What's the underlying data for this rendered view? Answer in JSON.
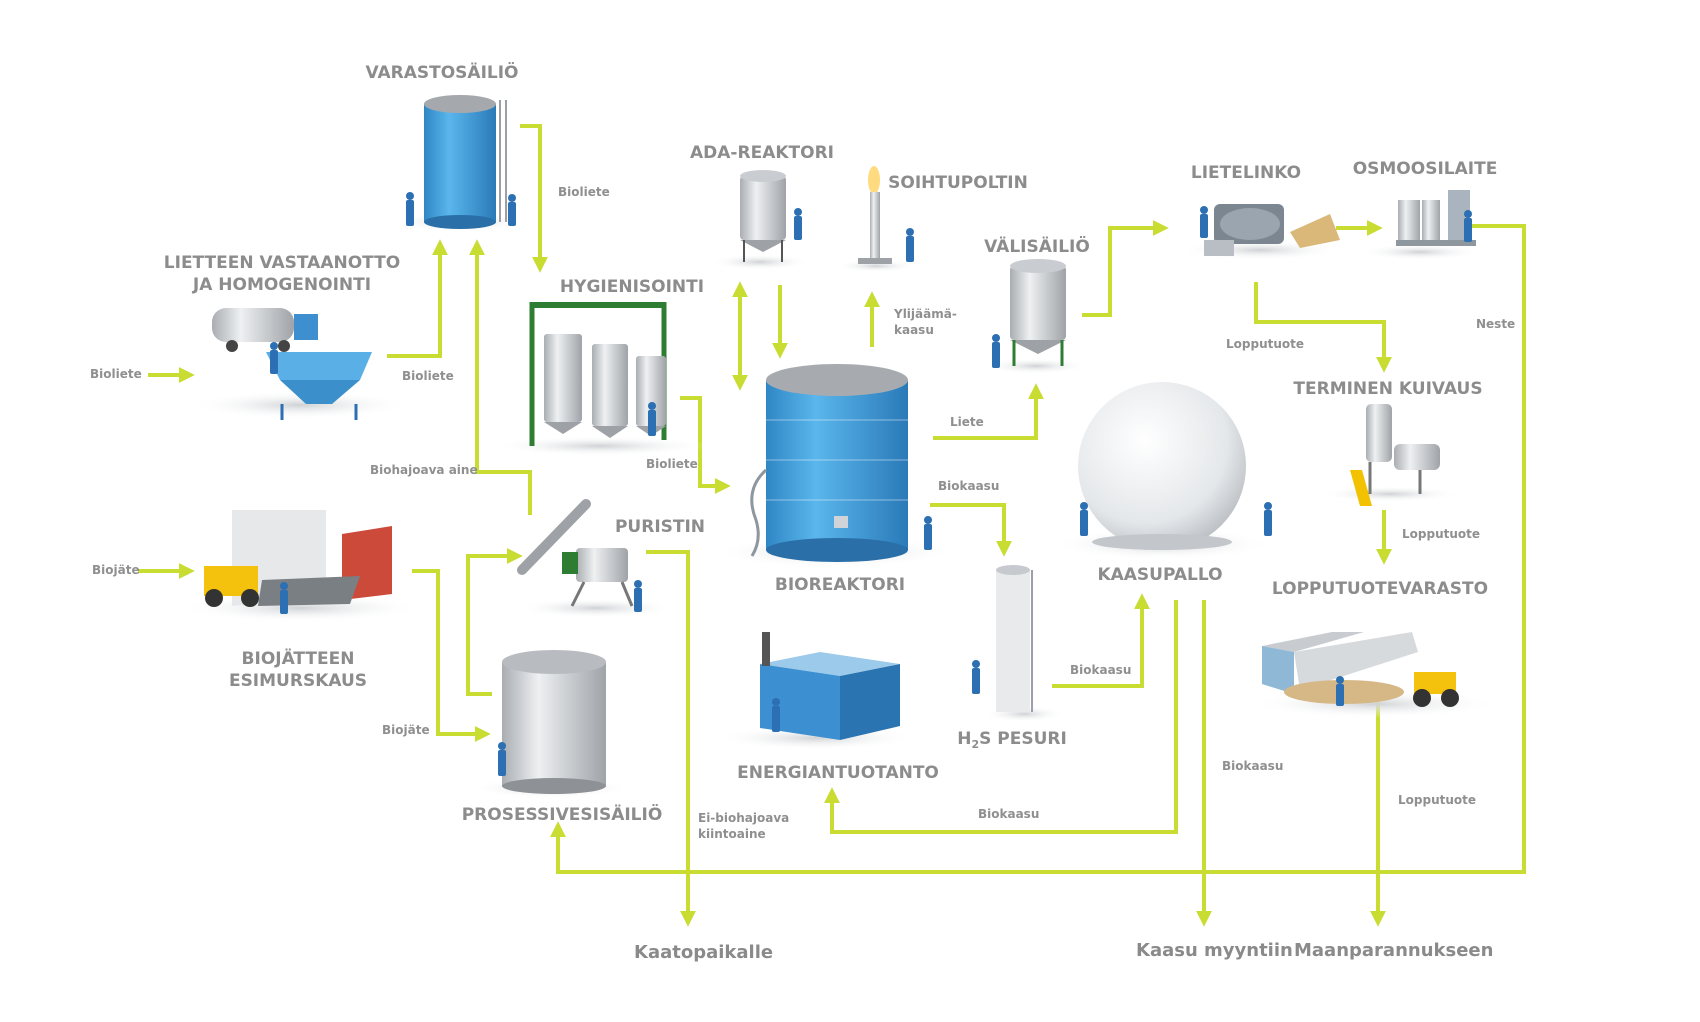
{
  "colors": {
    "arrow": "#c8dc32",
    "tank_blue": "#3d9fdc",
    "tank_steel": "#d4d8dc",
    "worker": "#2d6fb3",
    "loader_yellow": "#f4c20c",
    "text_gray": "#8c8c8c"
  },
  "stations": {
    "varastosailio": "VARASTOSÄILIÖ",
    "lietteen_vastaanotto": "LIETTEEN VASTAANOTTO\nJA HOMOGENOINTI",
    "hygienisointi": "HYGIENISOINTI",
    "ada_reaktori": "ADA-REAKTORI",
    "soihtupoltin": "SOIHTUPOLTIN",
    "valisailio": "VÄLISÄILIÖ",
    "lietelinko": "LIETELINKO",
    "osmoosilaite": "OSMOOSILAITE",
    "terminen_kuivaus": "TERMINEN KUIVAUS",
    "puristin": "PURISTIN",
    "bioreaktori": "BIOREAKTORI",
    "kaasupallo": "KAASUPALLO",
    "lopputuotevarasto": "LOPPUTUOTEVARASTO",
    "biojatteen_esimurskaus": "BIOJÄTTEEN\nESIMURSKAUS",
    "prosessivesisailio": "PROSESSIVESISÄILIÖ",
    "energiantuotanto": "ENERGIANTUOTANTO",
    "h2s_pesuri_h": "H",
    "h2s_pesuri_sub": "2",
    "h2s_pesuri_rest": "S PESURI"
  },
  "flows": {
    "bioliete_in": "Bioliete",
    "biojate_in": "Biojäte",
    "bioliete_to_storage": "Bioliete",
    "bioliete_storage_to_hyg": "Bioliete",
    "bioliete_hyg_to_reactor": "Bioliete",
    "biohajoava_aine": "Biohajoava aine",
    "biojate_to_process": "Biojäte",
    "ylijaama_kaasu": "Ylijäämä-\nkaasu",
    "liete": "Liete",
    "biokaasu_reactor": "Biokaasu",
    "biokaasu_pesuri": "Biokaasu",
    "biokaasu_energy": "Biokaasu",
    "biokaasu_sale": "Biokaasu",
    "lopputuote_linko": "Lopputuote",
    "lopputuote_kuivaus": "Lopputuote",
    "lopputuote_varasto": "Lopputuote",
    "neste": "Neste",
    "ei_biohajoava": "Ei-biohajoava\nkiintoaine"
  },
  "outputs": {
    "kaatopaikalle": "Kaatopaikalle",
    "kaasu_myyntiin": "Kaasu myyntiin",
    "maanparannukseen": "Maanparannukseen"
  }
}
